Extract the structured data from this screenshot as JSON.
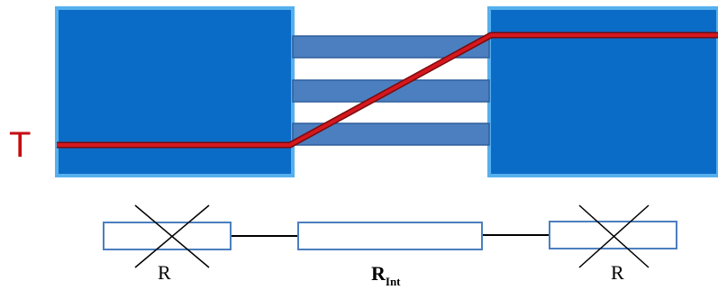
{
  "left_label": "T",
  "resistor_left_label": "R",
  "resistor_mid_label": "R",
  "resistor_mid_subscript": "Int",
  "resistor_right_label": "R",
  "colors": {
    "block_fill": "#0a6cc6",
    "block_border": "#56b0ee",
    "lane_fill": "#4b7fbf",
    "lane_border": "#2e5e9c",
    "trace": "#c0141a",
    "trace_dark": "#7a0a0d",
    "label_red": "#c40d12"
  }
}
